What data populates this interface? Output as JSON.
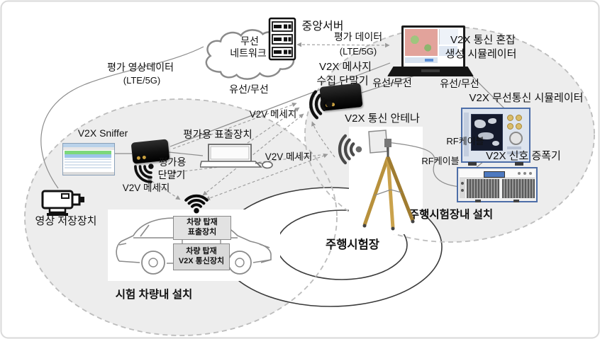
{
  "regions": {
    "vehicle_zone": "시험 차량내 설치",
    "track_zone": "주행시험장내 설치",
    "track": "주행시험장"
  },
  "nodes": {
    "cloud": {
      "line1": "무선",
      "line2": "네트워크"
    },
    "server": {
      "label": "중앙서버"
    },
    "congestion_sim": {
      "line1": "V2X 통신 혼잡",
      "line2": "생성 시뮬레이터"
    },
    "msg_collector": {
      "line1": "V2X 메사지",
      "line2": "수집 단말기"
    },
    "wireless_sim": {
      "label": "V2X 무선통신 시뮬레이터"
    },
    "signal_amp": {
      "label": "V2X 신호 증폭기"
    },
    "antenna": {
      "label": "V2X 통신 안테나"
    },
    "sniffer": {
      "label": "V2X Sniffer"
    },
    "eval_display": {
      "label": "평가용 표출장치"
    },
    "eval_terminal": {
      "line1": "평가용",
      "line2": "단말기"
    },
    "video_recorder": {
      "label": "영상 저장장치"
    },
    "car_display": {
      "line1": "차량 탑재",
      "line2": "표출장치"
    },
    "car_comm": {
      "line1": "차량 탑재",
      "line2": "V2X 통신장치"
    }
  },
  "links": {
    "eval_data": {
      "line1": "평가 데이터",
      "line2": "(LTE/5G)"
    },
    "video_data": {
      "line1": "평가 영상데이터",
      "line2": "(LTE/5G)"
    },
    "wired_wireless_1": "유선/무선",
    "wired_wireless_2": "유선/무선",
    "wired_wireless_3": "유선/무선",
    "v2v_message_1": "V2V 메세지",
    "v2v_message_2": "V2V 메세지",
    "v2v_message_3": "V2V 메세지",
    "rf_cable_1": "RF케이블",
    "rf_cable_2": "RF케이블"
  },
  "colors": {
    "zone_fill": "#ededed",
    "zone_border": "#bcbcbc",
    "line_gray": "#8c8c8c",
    "instrument_blue": "#4d6ea8",
    "tripod_tan": "#b8913c"
  }
}
